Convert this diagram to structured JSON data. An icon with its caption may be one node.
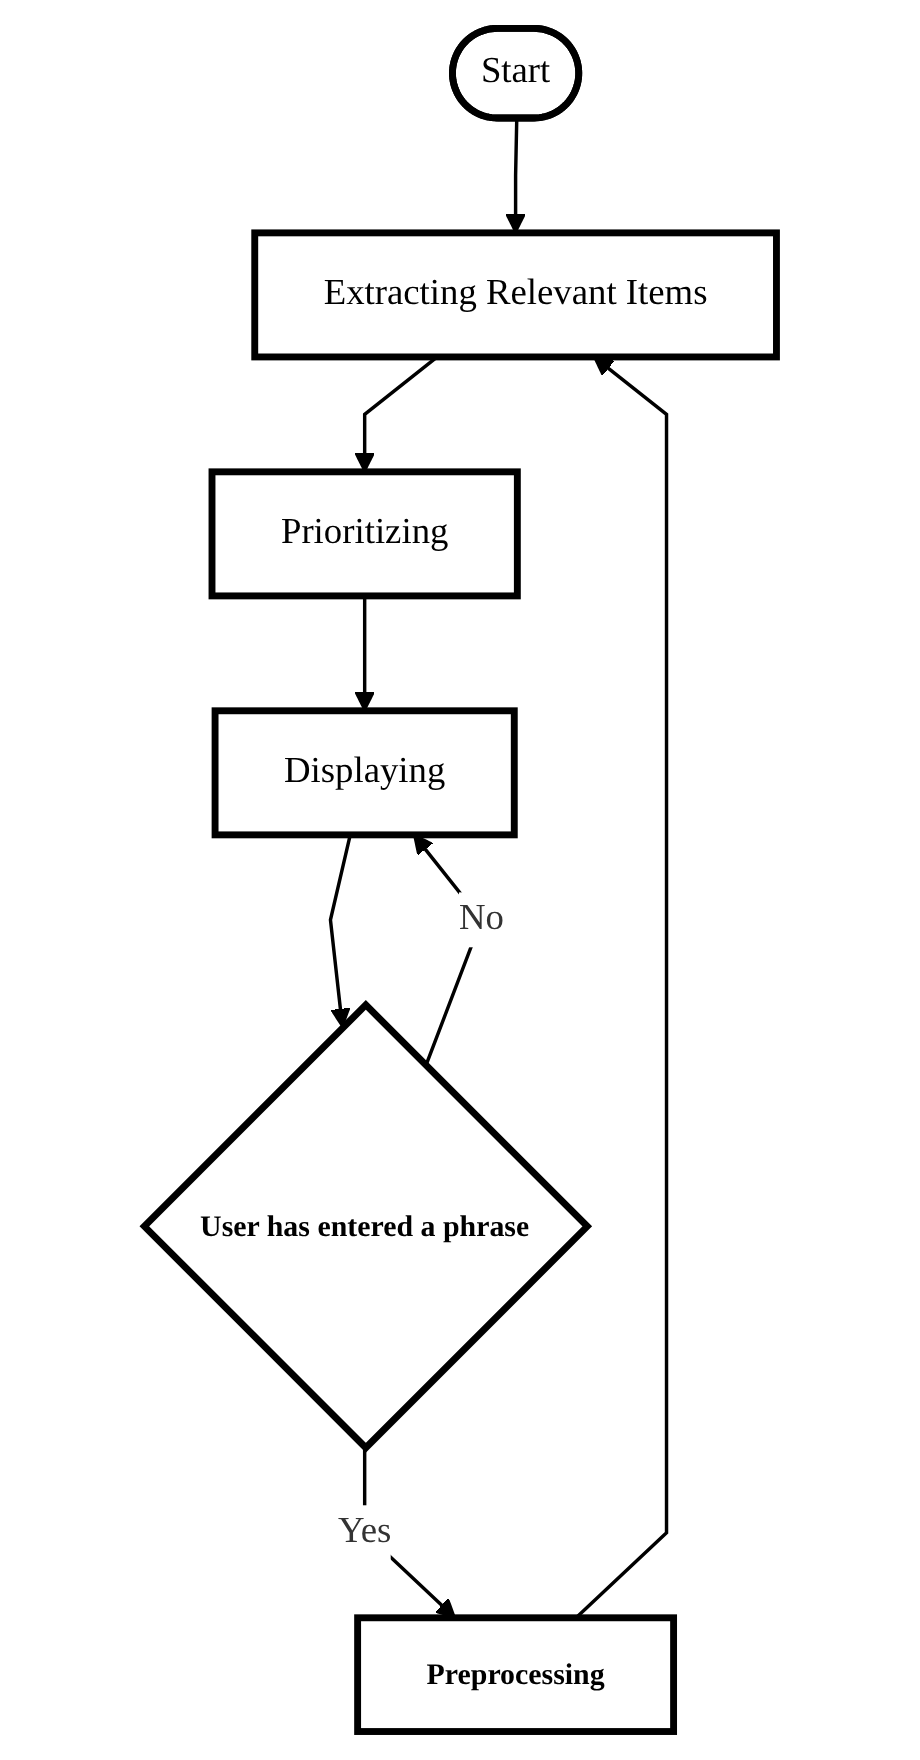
{
  "diagram": {
    "nodes": [
      {
        "text": [
          "Start"
        ]
      },
      {
        "text": [
          "Extracting Relevant Items"
        ]
      },
      {
        "text": [
          "Prioritizing"
        ]
      },
      {
        "text": [
          "Displaying"
        ]
      },
      {
        "text": [
          "User has entered a phrase"
        ]
      },
      {
        "text": [
          "Preprocessing"
        ]
      }
    ],
    "edges": [
      {
        "from": 0,
        "to": 1,
        "arrow": "to"
      },
      {
        "from": 1,
        "to": 2,
        "arrow": "to"
      },
      {
        "from": 2,
        "to": 3,
        "arrow": "to"
      },
      {
        "from": 3,
        "to": 4,
        "arrow": "to"
      },
      {
        "from": 4,
        "to": 3,
        "arrow": "to",
        "label": "No"
      },
      {
        "from": 4,
        "to": 5,
        "arrow": "to",
        "label": "Yes"
      },
      {
        "from": 5,
        "to": 1,
        "arrow": "to"
      }
    ]
  }
}
